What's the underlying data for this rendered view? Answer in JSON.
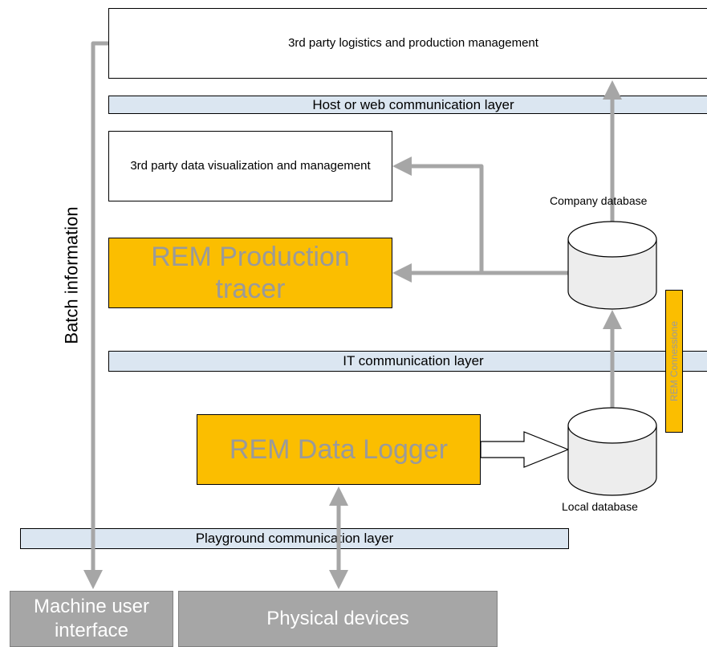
{
  "boxes": {
    "logistics": "3rd party logistics and production management",
    "visualization": "3rd party data visualization and management",
    "production_tracer": "REM Production tracer",
    "data_logger": "REM Data Logger",
    "machine_ui": "Machine user interface",
    "physical_devices": "Physical devices"
  },
  "layers": {
    "host": "Host or web communication layer",
    "it": "IT communication layer",
    "playground": "Playground communication layer"
  },
  "labels": {
    "company_database": "Company database",
    "local_database": "Local database",
    "batch_information": "Batch information",
    "rem_connessione": "REM Connessione"
  },
  "colors": {
    "rem_orange": "#fbbe00",
    "layer_blue": "#dbe6f1",
    "arrow_gray": "#a6a6a6",
    "device_gray": "#a6a6a6"
  }
}
